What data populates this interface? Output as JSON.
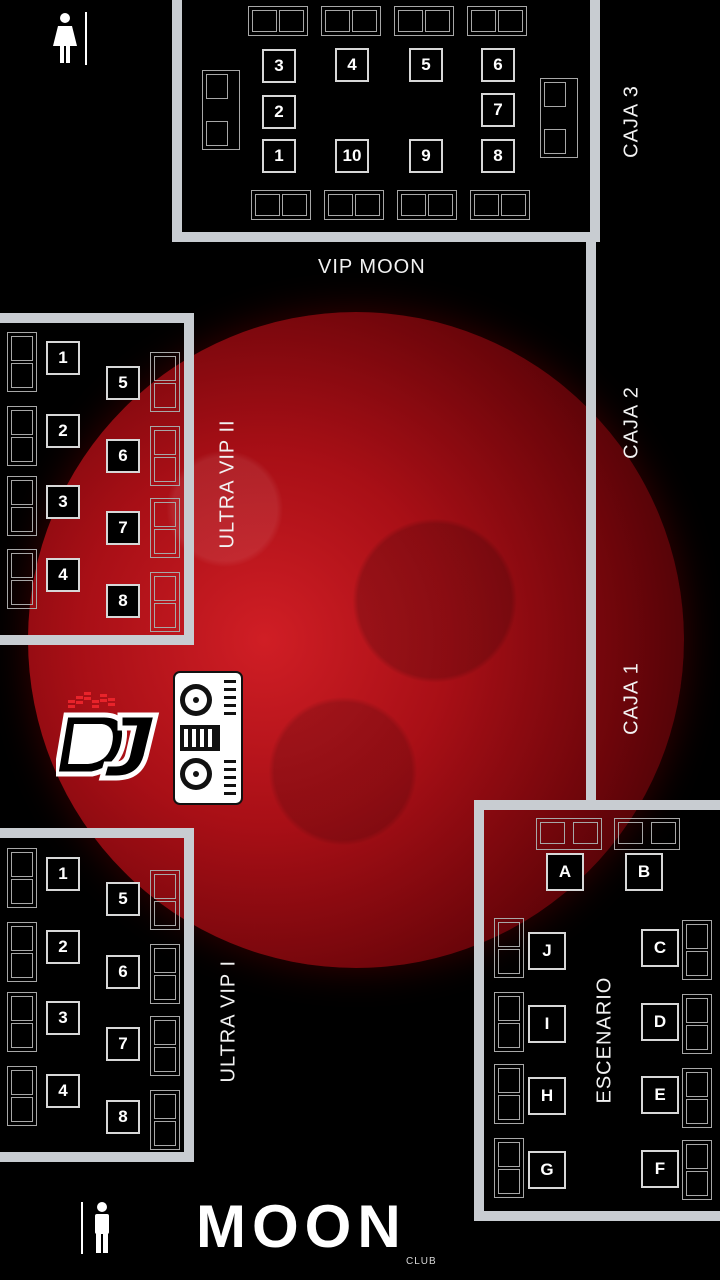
{
  "map": {
    "areas": {
      "vip_moon": "VIP MOON",
      "ultra_vip_ii": "ULTRA VIP II",
      "ultra_vip_i": "ULTRA VIP I",
      "escenario": "ESCENARIO",
      "caja_3": "CAJA 3",
      "caja_2": "CAJA 2",
      "caja_1": "CAJA 1"
    },
    "tables": {
      "vip_moon": [
        "3",
        "4",
        "5",
        "6",
        "2",
        "7",
        "1",
        "10",
        "9",
        "8"
      ],
      "ultra_vip_ii": [
        "1",
        "2",
        "3",
        "4",
        "5",
        "6",
        "7",
        "8"
      ],
      "ultra_vip_i": [
        "1",
        "2",
        "3",
        "4",
        "5",
        "6",
        "7",
        "8"
      ],
      "escenario": [
        "A",
        "B",
        "J",
        "C",
        "I",
        "D",
        "H",
        "E",
        "G",
        "F"
      ]
    },
    "brand": {
      "logo_text": "MOON",
      "logo_subtext": "CLUB",
      "dj_badge": "DJ"
    },
    "icons": [
      "female-restroom-icon",
      "male-restroom-icon",
      "dj-controller-icon",
      "dj-logo-icon"
    ],
    "colors": {
      "background": "#000000",
      "moon_red": "#c81e25",
      "walls": "#c8ccd1",
      "text": "#ffffff"
    }
  }
}
